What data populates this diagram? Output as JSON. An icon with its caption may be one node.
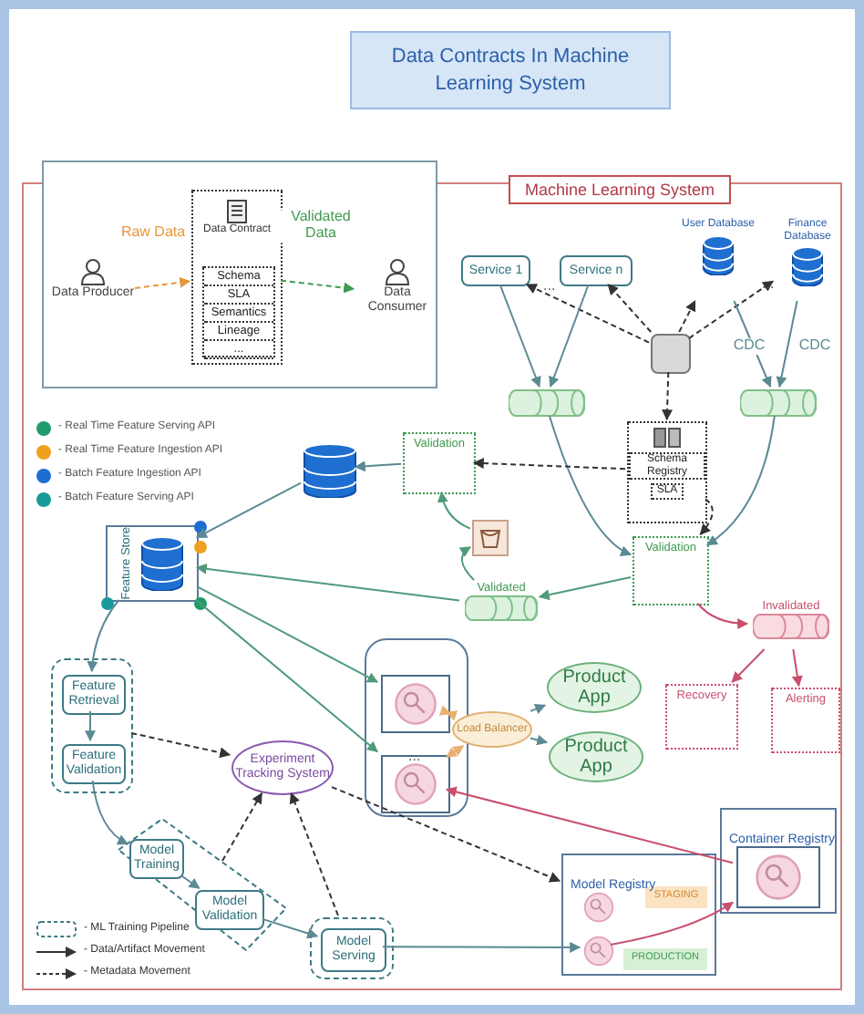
{
  "diagram": {
    "title": "Data Contracts In Machine Learning System",
    "nodes": [
      {
        "text": [],
        "shape": "box"
      },
      {
        "text": [
          "Data Producer"
        ],
        "in": 0
      },
      {
        "text": [
          "Data Contract"
        ],
        "in": 0
      },
      {
        "text": [
          "Schema",
          "SLA",
          "Semantics",
          "Lineage",
          "..."
        ],
        "in": 2
      },
      {
        "text": [
          "Data Consumer"
        ],
        "in": 0
      },
      {
        "text": [
          "Machine Learning System"
        ]
      },
      {
        "text": [
          "Service 1"
        ],
        "in": 5
      },
      {
        "text": [
          "Service n"
        ],
        "in": 5
      },
      {
        "text": [
          "User Database"
        ],
        "in": 5
      },
      {
        "text": [
          "Finance Database"
        ],
        "in": 5
      },
      {
        "text": [],
        "shape": "box",
        "in": 5
      },
      {
        "text": [],
        "shape": "cylinder",
        "in": 5
      },
      {
        "text": [],
        "shape": "cylinder",
        "in": 5
      },
      {
        "text": [
          "Schema Registry",
          "SLA"
        ],
        "in": 5
      },
      {
        "text": [
          "Validation"
        ],
        "in": 5
      },
      {
        "text": [
          "Validated"
        ],
        "in": 5
      },
      {
        "text": [
          "Invalidated"
        ],
        "in": 5
      },
      {
        "text": [
          "Recovery"
        ],
        "in": 5
      },
      {
        "text": [
          "Alerting"
        ],
        "in": 5
      },
      {
        "text": [],
        "shape": "box",
        "in": 5
      },
      {
        "text": [
          "Validation"
        ],
        "in": 5
      },
      {
        "text": [],
        "shape": "cylinder",
        "in": 5
      },
      {
        "text": [
          "Feature Store"
        ],
        "in": 5
      },
      {
        "text": [],
        "shape": "box",
        "in": 5
      },
      {
        "text": [
          "Feature Retrieval"
        ],
        "in": 23
      },
      {
        "text": [
          "Feature Validation"
        ],
        "in": 23
      },
      {
        "text": [],
        "shape": "box",
        "in": 5
      },
      {
        "text": [
          "Model Training"
        ],
        "in": 26
      },
      {
        "text": [
          "Model Validation"
        ],
        "in": 26
      },
      {
        "text": [],
        "shape": "box",
        "in": 5
      },
      {
        "text": [
          "Model Serving"
        ],
        "in": 29
      },
      {
        "text": [
          "Experiment Tracking System"
        ],
        "in": 5
      },
      {
        "text": [],
        "shape": "box",
        "in": 5
      },
      {
        "text": [],
        "shape": "box",
        "in": 32
      },
      {
        "text": [],
        "shape": "box",
        "in": 32
      },
      {
        "text": [
          "Load Balancer"
        ],
        "in": 5
      },
      {
        "text": [
          "Product App"
        ],
        "in": 5
      },
      {
        "text": [
          "Product App"
        ],
        "in": 5
      },
      {
        "text": [
          "Model Registry"
        ],
        "in": 5
      },
      {
        "text": [],
        "shape": "circle",
        "in": 38
      },
      {
        "text": [],
        "shape": "circle",
        "in": 38
      },
      {
        "text": [
          "STAGING"
        ],
        "in": 38
      },
      {
        "text": [
          "PRODUCTION"
        ],
        "in": 38
      },
      {
        "text": [
          "Container Registry"
        ],
        "in": 5
      },
      {
        "text": [],
        "shape": "box",
        "in": 43
      }
    ],
    "edges": [
      {
        "from": 1,
        "to": 2,
        "arrow": "to",
        "label": "Raw Data",
        "style": "dashed",
        "color": "#e8963a"
      },
      {
        "from": 2,
        "to": 4,
        "arrow": "to",
        "label": "Validated Data",
        "style": "dashed",
        "color": "#3f9a4f"
      },
      {
        "from": 10,
        "to": 6,
        "arrow": "to",
        "style": "dashed",
        "color": "#333333"
      },
      {
        "from": 10,
        "to": 7,
        "arrow": "to",
        "style": "dashed",
        "color": "#333333"
      },
      {
        "from": 10,
        "to": 8,
        "arrow": "to",
        "style": "dashed",
        "color": "#333333"
      },
      {
        "from": 10,
        "to": 9,
        "arrow": "to",
        "style": "dashed",
        "color": "#333333"
      },
      {
        "from": 10,
        "to": 13,
        "arrow": "to",
        "style": "dashed",
        "color": "#333333"
      },
      {
        "from": 6,
        "to": 11,
        "arrow": "to"
      },
      {
        "from": 7,
        "to": 11,
        "arrow": "to"
      },
      {
        "from": 8,
        "to": 12,
        "arrow": "to",
        "label": "CDC"
      },
      {
        "from": 9,
        "to": 12,
        "arrow": "to",
        "label": "CDC"
      },
      {
        "from": 11,
        "to": 14,
        "arrow": "to"
      },
      {
        "from": 12,
        "to": 14,
        "arrow": "to"
      },
      {
        "from": 13,
        "to": 14,
        "arrow": "to",
        "style": "dashed",
        "color": "#333333"
      },
      {
        "from": 13,
        "to": 20,
        "arrow": "to",
        "style": "dashed",
        "color": "#333333"
      },
      {
        "from": 14,
        "to": 15,
        "arrow": "to",
        "color": "#4f9a7a"
      },
      {
        "from": 14,
        "to": 16,
        "arrow": "to",
        "color": "#c94f6d"
      },
      {
        "from": 16,
        "to": 17,
        "arrow": "to",
        "color": "#c94f6d"
      },
      {
        "from": 16,
        "to": 18,
        "arrow": "to",
        "color": "#c94f6d"
      },
      {
        "from": 15,
        "to": 19,
        "arrow": "to",
        "color": "#4f9a7a"
      },
      {
        "from": 19,
        "to": 20,
        "arrow": "to",
        "color": "#4f9a7a"
      },
      {
        "from": 20,
        "to": 21,
        "arrow": "to"
      },
      {
        "from": 21,
        "to": 22,
        "arrow": "to"
      },
      {
        "from": 15,
        "to": 22,
        "arrow": "to",
        "color": "#4f9a7a"
      },
      {
        "from": 22,
        "to": 24,
        "arrow": "to"
      },
      {
        "from": 24,
        "to": 25,
        "arrow": "to"
      },
      {
        "from": 25,
        "to": 27,
        "arrow": "to"
      },
      {
        "from": 27,
        "to": 28,
        "arrow": "to"
      },
      {
        "from": 28,
        "to": 30,
        "arrow": "to"
      },
      {
        "from": 22,
        "to": 33,
        "arrow": "to",
        "color": "#4f9a7a"
      },
      {
        "from": 22,
        "to": 34,
        "arrow": "to",
        "color": "#4f9a7a"
      },
      {
        "from": 23,
        "to": 31,
        "arrow": "to",
        "style": "dashed",
        "color": "#333333"
      },
      {
        "from": 26,
        "to": 31,
        "arrow": "to",
        "style": "dashed",
        "color": "#333333"
      },
      {
        "from": 29,
        "to": 31,
        "arrow": "to",
        "style": "dashed",
        "color": "#333333"
      },
      {
        "from": 31,
        "to": 38,
        "arrow": "to",
        "style": "dashed",
        "color": "#333333"
      },
      {
        "from": 30,
        "to": 40,
        "arrow": "to"
      },
      {
        "from": 40,
        "to": 44,
        "arrow": "to",
        "color": "#c94f6d"
      },
      {
        "from": 44,
        "to": 34,
        "arrow": "to",
        "color": "#c94f6d"
      },
      {
        "from": 33,
        "to": 35,
        "arrow": "both",
        "color": "#e8b070"
      },
      {
        "from": 34,
        "to": 35,
        "arrow": "both",
        "color": "#e8b070"
      },
      {
        "from": 35,
        "to": 36,
        "arrow": "to"
      },
      {
        "from": 35,
        "to": 37,
        "arrow": "to"
      }
    ],
    "labels": [
      "...",
      "...",
      "..."
    ],
    "legend": [
      {
        "text": "- Real Time Feature Serving API",
        "color": "#1f9c6b"
      },
      {
        "text": "- Real Time Feature Ingestion API",
        "color": "#f0a020"
      },
      {
        "text": "- Batch Feature Ingestion API",
        "color": "#1c6fd1"
      },
      {
        "text": "- Batch Feature Serving API",
        "color": "#1a9a9a"
      },
      {
        "text": "- ML Training Pipeline"
      },
      {
        "text": "- Data/Artifact Movement"
      },
      {
        "text": "- Metadata Movement"
      }
    ]
  }
}
